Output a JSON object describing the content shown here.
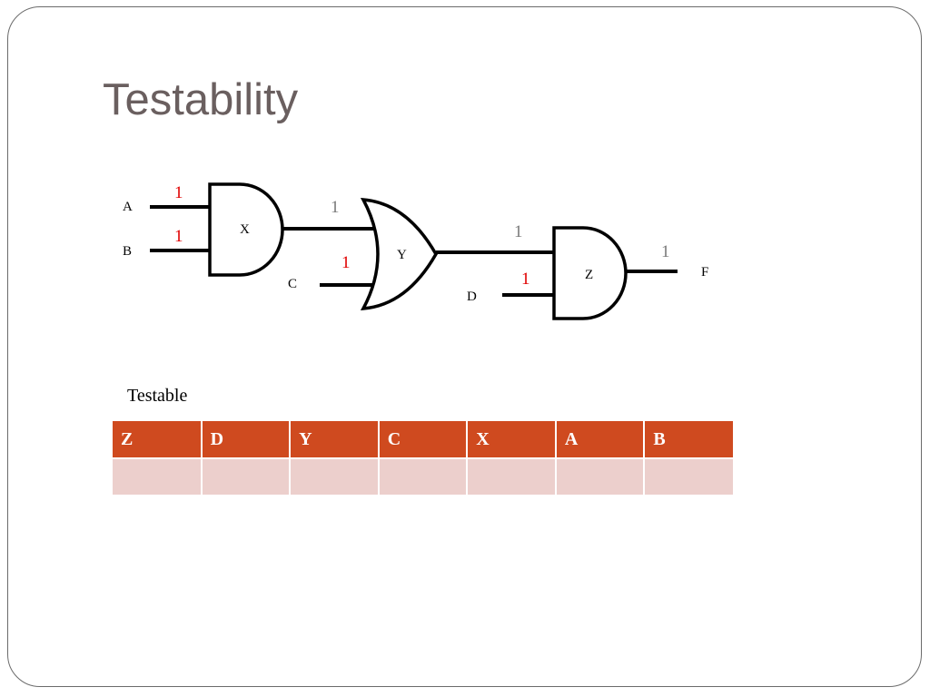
{
  "slide": {
    "title": "Testability"
  },
  "circuit": {
    "inputs": {
      "a": "A",
      "b": "B",
      "c": "C",
      "d": "D"
    },
    "output": "F",
    "gates": {
      "x": "X",
      "y": "Y",
      "z": "Z"
    },
    "values": {
      "a": "1",
      "b": "1",
      "x_out": "1",
      "c": "1",
      "y_out": "1",
      "d": "1",
      "z_out": "1"
    },
    "colors": {
      "assigned_value": "#e00000",
      "derived_value": "#7a7a7a"
    }
  },
  "table": {
    "caption": "Testable",
    "headers": [
      "Z",
      "D",
      "Y",
      "C",
      "X",
      "A",
      "B"
    ],
    "rows": [
      [
        "",
        "",
        "",
        "",
        "",
        "",
        ""
      ]
    ],
    "colors": {
      "header_bg": "#cf4a1f",
      "row_bg": "#eccfcc"
    }
  }
}
